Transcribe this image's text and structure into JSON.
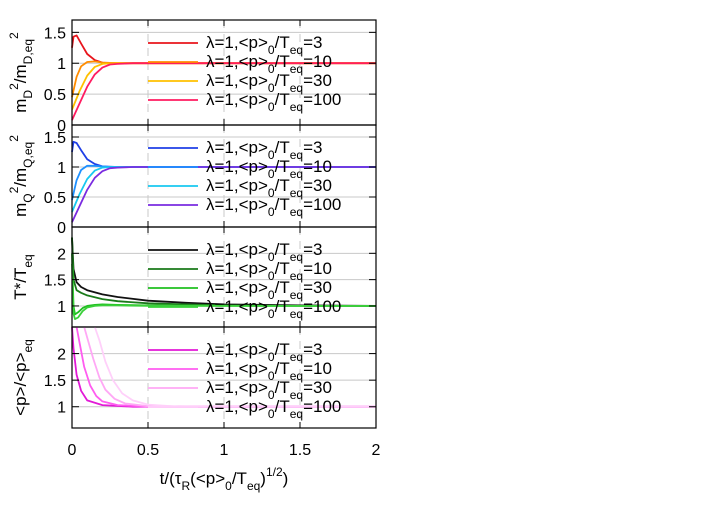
{
  "chart_data": {
    "type": "line",
    "x_axis": {
      "label_main": "t/(τ",
      "label_sub_r": "R",
      "label_mid": "(<p>",
      "label_sub_0": "0",
      "label_slash": "/T",
      "label_sub_eq": "eq",
      "label_close": ")",
      "label_sup": "1/2",
      "label_end": ")",
      "range": [
        0,
        2
      ],
      "ticks": [
        "0",
        "0.5",
        "1",
        "1.5",
        "2"
      ]
    },
    "panels": [
      {
        "id": "mD",
        "ylabel_parts": [
          "m",
          "D",
          "2",
          "/m",
          "D,eq",
          "2"
        ],
        "ylim": [
          0,
          1.7
        ],
        "yticks": [
          {
            "v": 0,
            "t": "0"
          },
          {
            "v": 0.5,
            "t": "0.5"
          },
          {
            "v": 1,
            "t": "1"
          },
          {
            "v": 1.5,
            "t": "1.5"
          }
        ],
        "series": [
          {
            "name": "λ=1,<p>0/Teq=3",
            "color": "#e8141c",
            "x": [
              0,
              0.01,
              0.03,
              0.06,
              0.1,
              0.15,
              0.2,
              0.3,
              0.5,
              1,
              2
            ],
            "y": [
              1.25,
              1.43,
              1.45,
              1.32,
              1.15,
              1.05,
              1.01,
              1.0,
              1.0,
              1.0,
              1.0
            ]
          },
          {
            "name": "λ=1,<p>0/Teq=10",
            "color": "#ff8c00",
            "x": [
              0,
              0.03,
              0.06,
              0.1,
              0.15,
              0.2,
              0.25,
              0.3,
              0.5,
              1,
              2
            ],
            "y": [
              0.45,
              0.78,
              0.95,
              1.02,
              1.03,
              1.01,
              1.0,
              1.0,
              1.0,
              1.0,
              1.0
            ]
          },
          {
            "name": "λ=1,<p>0/Teq=30",
            "color": "#ffc000",
            "x": [
              0,
              0.05,
              0.1,
              0.15,
              0.2,
              0.25,
              0.3,
              0.4,
              0.5,
              1,
              2
            ],
            "y": [
              0.25,
              0.55,
              0.8,
              0.94,
              0.99,
              1.0,
              1.0,
              1.0,
              1.0,
              1.0,
              1.0
            ]
          },
          {
            "name": "λ=1,<p>0/Teq=100",
            "color": "#ff1c60",
            "x": [
              0,
              0.05,
              0.1,
              0.15,
              0.2,
              0.25,
              0.3,
              0.4,
              0.5,
              1,
              2
            ],
            "y": [
              0.08,
              0.35,
              0.62,
              0.82,
              0.93,
              0.98,
              0.99,
              1.0,
              1.0,
              1.0,
              1.0
            ]
          }
        ]
      },
      {
        "id": "mQ",
        "ylabel_parts": [
          "m",
          "Q",
          "2",
          "/m",
          "Q,eq",
          "2"
        ],
        "ylim": [
          0,
          1.7
        ],
        "yticks": [
          {
            "v": 0,
            "t": "0"
          },
          {
            "v": 0.5,
            "t": "0.5"
          },
          {
            "v": 1,
            "t": "1"
          },
          {
            "v": 1.5,
            "t": "1.5"
          }
        ],
        "series": [
          {
            "name": "λ=1,<p>0/Teq=3",
            "color": "#1f3fe6",
            "x": [
              0,
              0.01,
              0.03,
              0.06,
              0.1,
              0.15,
              0.2,
              0.3,
              0.5,
              1,
              2
            ],
            "y": [
              1.25,
              1.42,
              1.4,
              1.28,
              1.13,
              1.05,
              1.01,
              1.0,
              1.0,
              1.0,
              1.0
            ]
          },
          {
            "name": "λ=1,<p>0/Teq=10",
            "color": "#1e90ff",
            "x": [
              0,
              0.03,
              0.06,
              0.1,
              0.15,
              0.2,
              0.25,
              0.3,
              0.5,
              1,
              2
            ],
            "y": [
              0.45,
              0.78,
              0.95,
              1.02,
              1.02,
              1.01,
              1.0,
              1.0,
              1.0,
              1.0,
              1.0
            ]
          },
          {
            "name": "λ=1,<p>0/Teq=30",
            "color": "#18c8f0",
            "x": [
              0,
              0.05,
              0.1,
              0.15,
              0.2,
              0.25,
              0.3,
              0.4,
              0.5,
              1,
              2
            ],
            "y": [
              0.25,
              0.55,
              0.8,
              0.94,
              0.99,
              1.0,
              1.0,
              1.0,
              1.0,
              1.0,
              1.0
            ]
          },
          {
            "name": "λ=1,<p>0/Teq=100",
            "color": "#7a2be0",
            "x": [
              0,
              0.05,
              0.1,
              0.15,
              0.2,
              0.25,
              0.3,
              0.4,
              0.5,
              1,
              2
            ],
            "y": [
              0.08,
              0.35,
              0.62,
              0.82,
              0.93,
              0.98,
              0.99,
              1.0,
              1.0,
              1.0,
              1.0
            ]
          }
        ]
      },
      {
        "id": "T",
        "ylabel_parts": [
          "T*/T",
          "eq"
        ],
        "ylim": [
          0.6,
          2.5
        ],
        "yticks": [
          {
            "v": 1,
            "t": "1"
          },
          {
            "v": 1.5,
            "t": "1.5"
          },
          {
            "v": 2,
            "t": "2"
          }
        ],
        "series": [
          {
            "name": "λ=1,<p>0/Teq=3",
            "color": "#111111",
            "x": [
              0,
              0.01,
              0.03,
              0.06,
              0.1,
              0.2,
              0.3,
              0.5,
              0.75,
              1,
              1.5,
              2
            ],
            "y": [
              2.3,
              1.7,
              1.45,
              1.36,
              1.3,
              1.22,
              1.17,
              1.1,
              1.06,
              1.03,
              1.01,
              1.0
            ]
          },
          {
            "name": "λ=1,<p>0/Teq=10",
            "color": "#1a7a1a",
            "x": [
              0,
              0.01,
              0.03,
              0.06,
              0.1,
              0.2,
              0.3,
              0.5,
              0.75,
              1,
              1.5,
              2
            ],
            "y": [
              2.3,
              1.5,
              1.3,
              1.25,
              1.2,
              1.13,
              1.09,
              1.05,
              1.03,
              1.01,
              1.0,
              1.0
            ]
          },
          {
            "name": "λ=1,<p>0/Teq=30",
            "color": "#20c020",
            "x": [
              0,
              0.01,
              0.02,
              0.04,
              0.07,
              0.1,
              0.15,
              0.2,
              0.3,
              0.5,
              1,
              2
            ],
            "y": [
              2.0,
              1.0,
              0.84,
              0.88,
              0.96,
              1.0,
              1.02,
              1.03,
              1.02,
              1.01,
              1.0,
              1.0
            ]
          },
          {
            "name": "λ=1,<p>0/Teq=100",
            "color": "#3ad03a",
            "x": [
              0,
              0.01,
              0.02,
              0.04,
              0.07,
              0.1,
              0.15,
              0.2,
              0.3,
              0.5,
              1,
              2
            ],
            "y": [
              1.8,
              0.85,
              0.75,
              0.78,
              0.9,
              0.97,
              1.0,
              1.01,
              1.01,
              1.0,
              1.0,
              1.0
            ]
          }
        ]
      },
      {
        "id": "p",
        "ylabel_parts": [
          "<p>/<p>",
          "eq"
        ],
        "ylim": [
          0.6,
          2.5
        ],
        "yticks": [
          {
            "v": 1,
            "t": "1"
          },
          {
            "v": 1.5,
            "t": "1.5"
          },
          {
            "v": 2,
            "t": "2"
          }
        ],
        "series": [
          {
            "name": "λ=1,<p>0/Teq=3",
            "color": "#e21ad6",
            "x": [
              0,
              0.01,
              0.03,
              0.06,
              0.1,
              0.2,
              0.4,
              1,
              2
            ],
            "y": [
              2.5,
              2.1,
              1.6,
              1.3,
              1.12,
              1.03,
              1.0,
              1.0,
              1.0
            ]
          },
          {
            "name": "λ=1,<p>0/Teq=10",
            "color": "#ff5cf0",
            "x": [
              0.03,
              0.05,
              0.08,
              0.12,
              0.16,
              0.2,
              0.3,
              0.5,
              1,
              2
            ],
            "y": [
              2.55,
              2.2,
              1.75,
              1.4,
              1.2,
              1.1,
              1.03,
              1.0,
              1.0,
              1.0
            ]
          },
          {
            "name": "λ=1,<p>0/Teq=30",
            "color": "#ffa8f5",
            "x": [
              0.08,
              0.1,
              0.14,
              0.18,
              0.22,
              0.28,
              0.35,
              0.5,
              1,
              2
            ],
            "y": [
              2.55,
              2.3,
              1.9,
              1.55,
              1.32,
              1.15,
              1.06,
              1.01,
              1.0,
              1.0
            ]
          },
          {
            "name": "λ=1,<p>0/Teq=100",
            "color": "#ffd0fa",
            "x": [
              0.15,
              0.18,
              0.22,
              0.27,
              0.33,
              0.4,
              0.5,
              0.7,
              1,
              2
            ],
            "y": [
              2.55,
              2.25,
              1.85,
              1.5,
              1.25,
              1.12,
              1.04,
              1.0,
              1.0,
              1.0
            ]
          }
        ]
      }
    ],
    "legend_placement": "top-right",
    "legend_text": {
      "lambda": "λ=1,<p>",
      "sub0": "0",
      "slash": "/T",
      "subeq": "eq",
      "values": [
        "=3",
        "=10",
        "=30",
        "=100"
      ]
    },
    "grid": true
  }
}
